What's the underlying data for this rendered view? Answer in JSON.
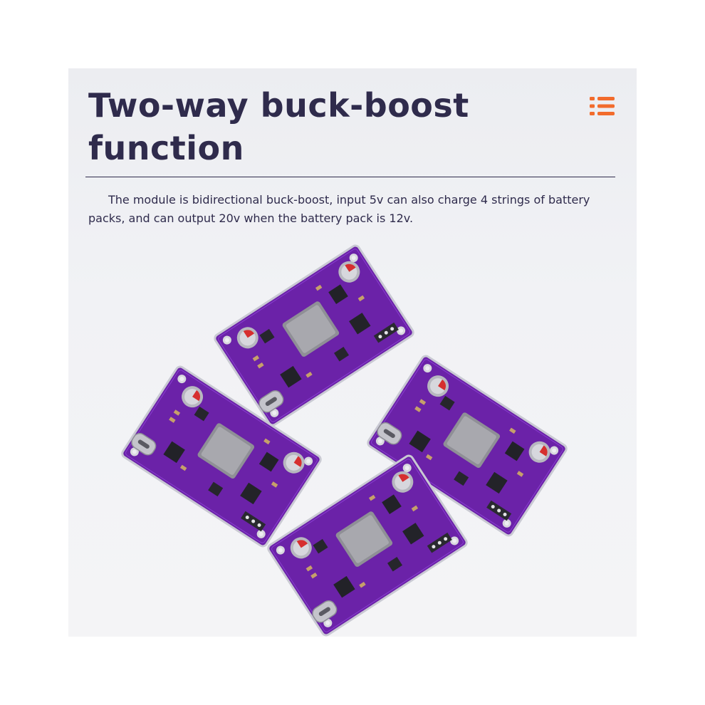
{
  "header": {
    "title": "Two-way buck-boost function",
    "menu_icon": "list-menu-icon",
    "accent_color": "#f26b2c",
    "text_color": "#2f2b4c"
  },
  "description": {
    "text": "The module is bidirectional buck-boost, input 5v can also charge 4 strings of battery packs, and can output 20v when the battery pack is 12v."
  },
  "image": {
    "subject": "product-photo-four-purple-pcb-modules",
    "board_color": "#6b22a8"
  }
}
